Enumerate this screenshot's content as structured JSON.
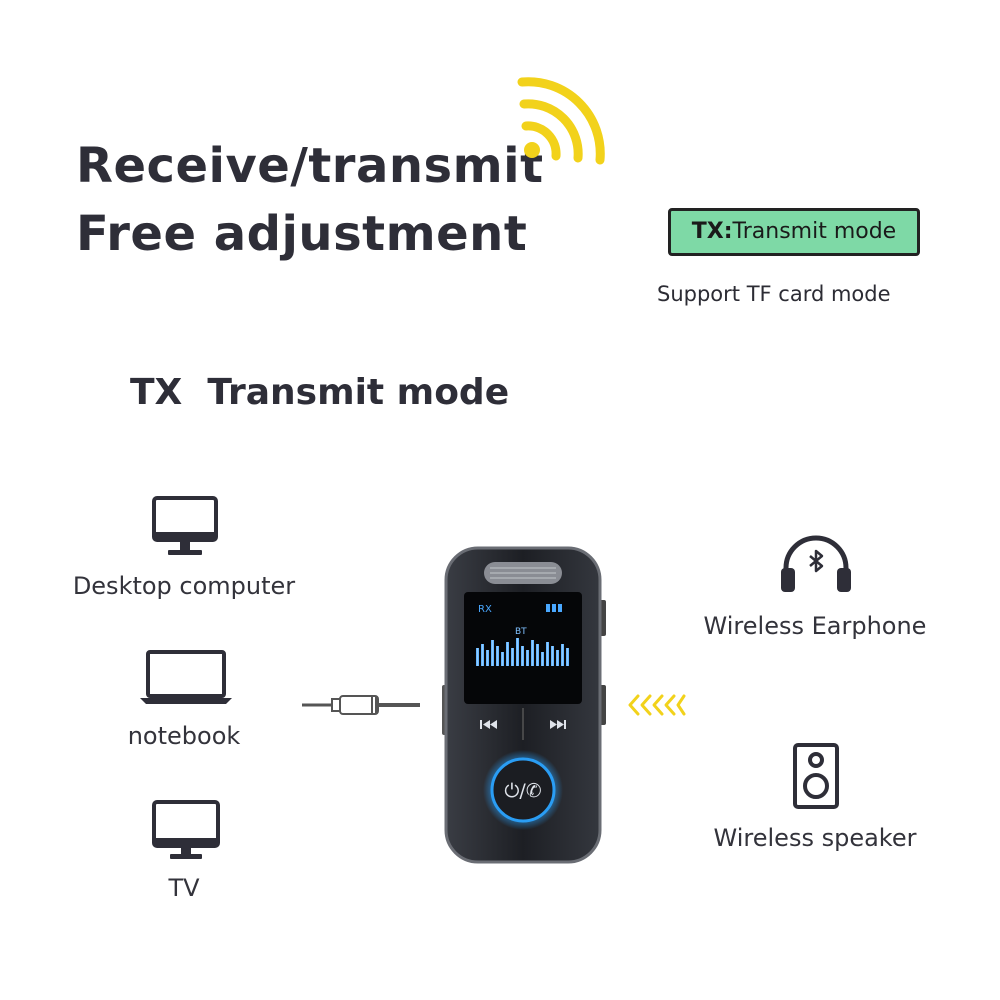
{
  "headline": {
    "line1": "Receive/transmit",
    "line2": "Free adjustment"
  },
  "badge": {
    "prefix": "TX:",
    "text": "Transmit mode",
    "color": "#7ed9a6"
  },
  "support_text": "Support TF card mode",
  "section_title": "TX  Transmit mode",
  "sources": [
    {
      "label": "Desktop computer",
      "icon": "desktop-icon"
    },
    {
      "label": "notebook",
      "icon": "laptop-icon"
    },
    {
      "label": "TV",
      "icon": "tv-icon"
    }
  ],
  "outputs": [
    {
      "label": "Wireless Earphone",
      "icon": "bluetooth-headphone-icon"
    },
    {
      "label": "Wireless speaker",
      "icon": "speaker-icon"
    }
  ],
  "device": {
    "screen_left": "RX",
    "screen_center": "BT"
  },
  "colors": {
    "accent_yellow": "#f2d21b",
    "glow_blue": "#2a9df4"
  }
}
